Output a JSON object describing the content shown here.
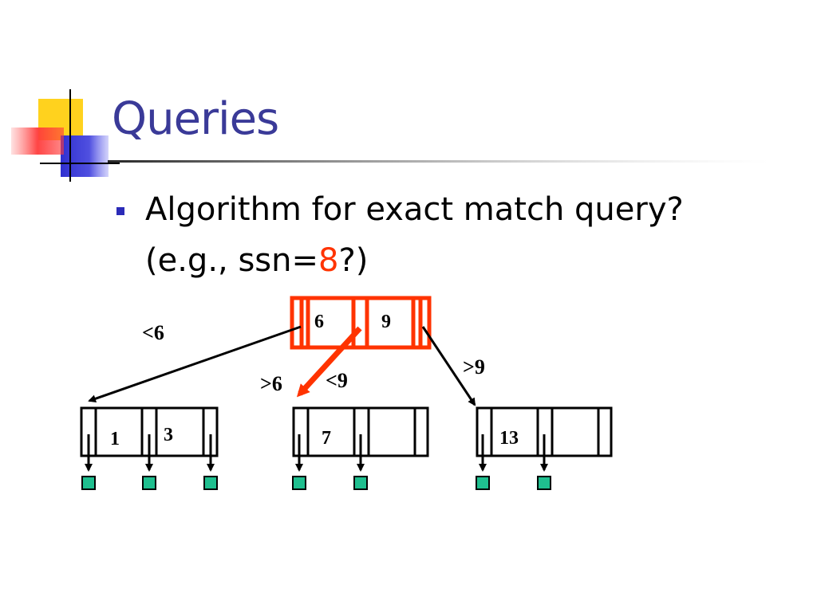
{
  "slide": {
    "title": "Queries",
    "bullet_text": "Algorithm for exact match query?",
    "example_prefix": "(e.g., ssn=",
    "example_value": "8",
    "example_suffix": "?)"
  },
  "diagram": {
    "root_keys": [
      "6",
      "9"
    ],
    "leaf1_keys": [
      "1",
      "3"
    ],
    "leaf2_keys": [
      "7"
    ],
    "leaf3_keys": [
      "13"
    ],
    "edge_labels": {
      "left": "<6",
      "middle_low": ">6",
      "middle_high": "<9",
      "right": ">9"
    }
  },
  "colors": {
    "title": "#3a3a98",
    "highlight": "#ff3300",
    "bullet": "#2b2bb8",
    "leaf_data": "#1fbf8f"
  }
}
